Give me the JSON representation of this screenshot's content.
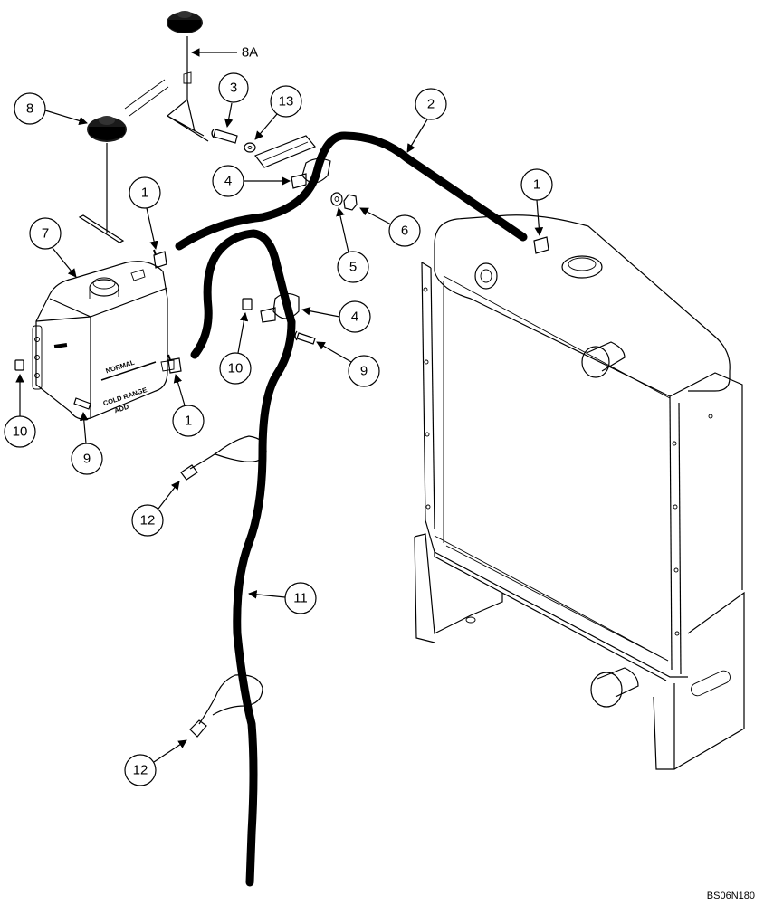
{
  "callouts": {
    "c1a": "1",
    "c1b": "1",
    "c1c": "1",
    "c2": "2",
    "c3": "3",
    "c4a": "4",
    "c4b": "4",
    "c5": "5",
    "c6": "6",
    "c7": "7",
    "c8": "8",
    "c8a": "8A",
    "c9a": "9",
    "c9b": "9",
    "c10a": "10",
    "c10b": "10",
    "c11": "11",
    "c12a": "12",
    "c12b": "12",
    "c13": "13"
  },
  "tank_labels": {
    "normal": "NORMAL",
    "cold_range": "COLD RANGE",
    "add": "ADD"
  },
  "figure_ref": "BS06N180"
}
